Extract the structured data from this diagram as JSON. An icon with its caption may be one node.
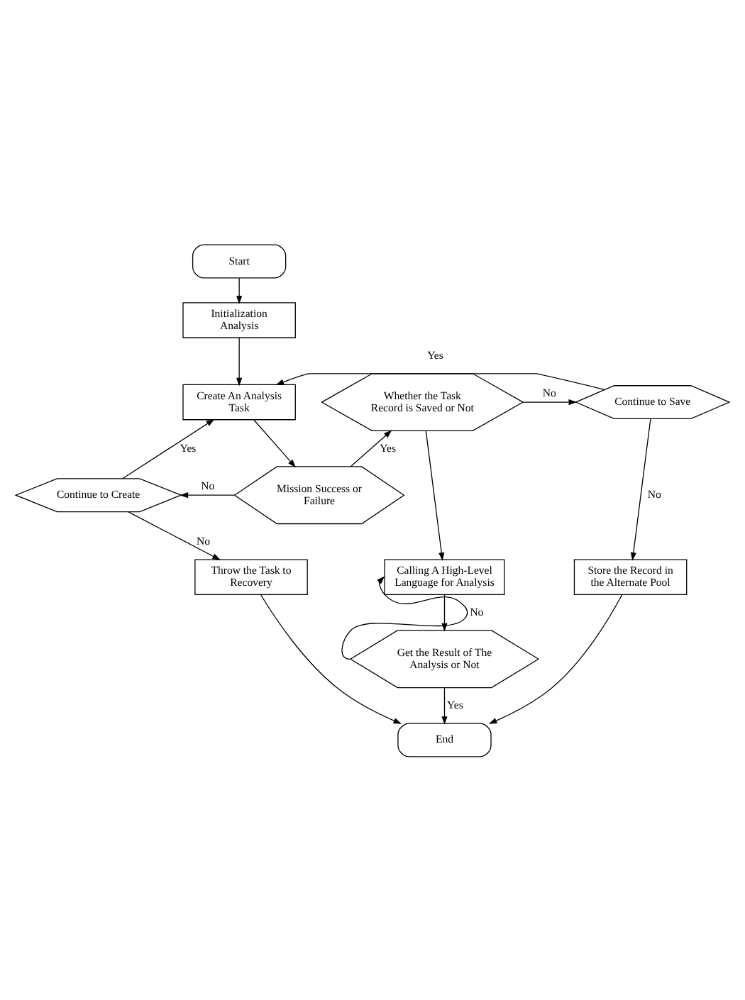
{
  "diagram": {
    "nodes": [
      {
        "text": [
          "Start"
        ]
      },
      {
        "text": [
          "Initialization Analysis"
        ]
      },
      {
        "text": [
          "Create An Analysis Task"
        ]
      },
      {
        "text": [
          "Mission Success or Failure"
        ]
      },
      {
        "text": [
          "Continue to Create"
        ]
      },
      {
        "text": [
          "Throw the Task to Recovery"
        ]
      },
      {
        "text": [
          "Whether the Task Record is Saved or Not"
        ]
      },
      {
        "text": [
          "Continue to Save"
        ]
      },
      {
        "text": [
          "Store the Record in the Alternate Pool"
        ]
      },
      {
        "text": [
          "Calling A High-Level Language for Analysis"
        ]
      },
      {
        "text": [
          "Get the Result of The Analysis or Not"
        ]
      },
      {
        "text": [
          "End"
        ]
      }
    ],
    "edges": [
      {
        "from": 0,
        "to": 1,
        "arrow": "to"
      },
      {
        "from": 1,
        "to": 2,
        "arrow": "to"
      },
      {
        "from": 2,
        "to": 3,
        "arrow": "to"
      },
      {
        "from": 3,
        "to": 4,
        "arrow": "to",
        "label": "No"
      },
      {
        "from": 4,
        "to": 2,
        "arrow": "to",
        "label": "Yes"
      },
      {
        "from": 4,
        "to": 5,
        "arrow": "to",
        "label": "No"
      },
      {
        "from": 3,
        "to": 6,
        "arrow": "to",
        "label": "Yes"
      },
      {
        "from": 6,
        "to": 7,
        "arrow": "to",
        "label": "No"
      },
      {
        "from": 7,
        "to": 2,
        "arrow": "to",
        "label": "Yes"
      },
      {
        "from": 7,
        "to": 8,
        "arrow": "to",
        "label": "No"
      },
      {
        "from": 6,
        "to": 9,
        "arrow": "to"
      },
      {
        "from": 9,
        "to": 10,
        "arrow": "to"
      },
      {
        "from": 10,
        "to": 9,
        "arrow": "to",
        "label": "No"
      },
      {
        "from": 10,
        "to": 11,
        "arrow": "to",
        "label": "Yes"
      },
      {
        "from": 5,
        "to": 11,
        "arrow": "to"
      },
      {
        "from": 8,
        "to": 11,
        "arrow": "to"
      }
    ]
  }
}
